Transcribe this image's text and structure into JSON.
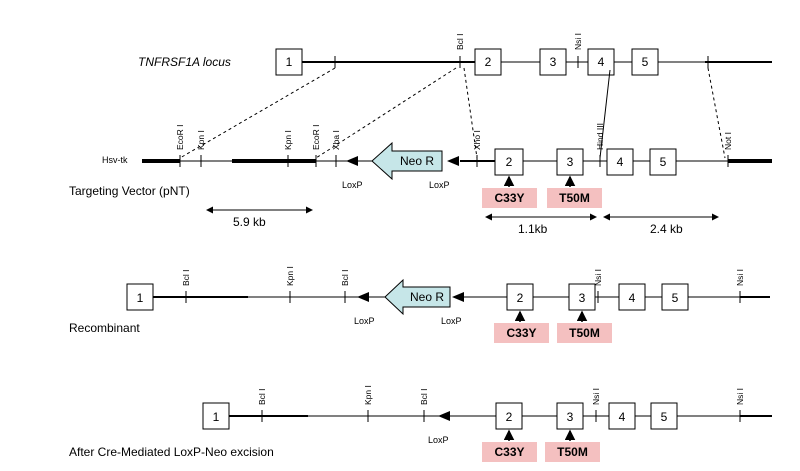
{
  "rows": {
    "locus_label": "TNFRSF1A locus",
    "vector_label": "Targeting Vector (pNT)",
    "recombinant_label": "Recombinant",
    "excision_label": "After Cre-Mediated LoxP-Neo excision"
  },
  "exons": [
    "1",
    "2",
    "3",
    "4",
    "5"
  ],
  "enzymes": {
    "bcl": "Bcl I",
    "nsi": "Nsi I",
    "ecor": "EcoR I",
    "kpn": "Kpn I",
    "xba": "Xba I",
    "xho": "Xho I",
    "hind": "Hind III",
    "not": "Not I"
  },
  "elements": {
    "hsv_tk": "Hsv-tk",
    "neo": "Neo R",
    "loxp": "LoxP"
  },
  "mutations": [
    "C33Y",
    "T50M"
  ],
  "sizes": {
    "left": "5.9 kb",
    "mid": "1.1kb",
    "right": "2.4 kb"
  },
  "colors": {
    "mutation_box": "#f4c0c0",
    "neo_fill": "#c6e6e8"
  }
}
